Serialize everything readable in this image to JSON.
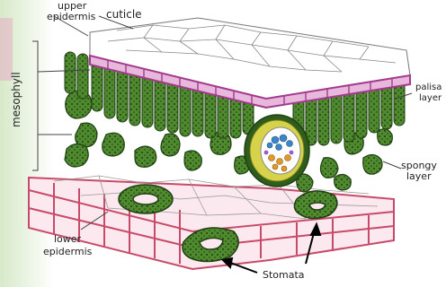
{
  "labels": {
    "upper_epidermis_line1": "upper",
    "upper_epidermis_line2": "epidermis",
    "cuticle": "cuticle",
    "mesophyll": "mesophyll",
    "palisade_line1": "palisa",
    "palisade_line2": "layer",
    "spongy_line1": "spongy",
    "spongy_line2": "layer",
    "lower_epidermis_line1": "lower",
    "lower_epidermis_line2": "epidermis",
    "stomata": "Stomata"
  },
  "colors": {
    "cuticle": "#a33a8e",
    "chloroplast_green": "#4f8a2e",
    "dark_green": "#2f5d1c",
    "lower_epidermis": "#c84a6a",
    "xylem": "#3a86c8",
    "phloem": "#e09a28",
    "bundle_sheath": "#d6d24a"
  }
}
